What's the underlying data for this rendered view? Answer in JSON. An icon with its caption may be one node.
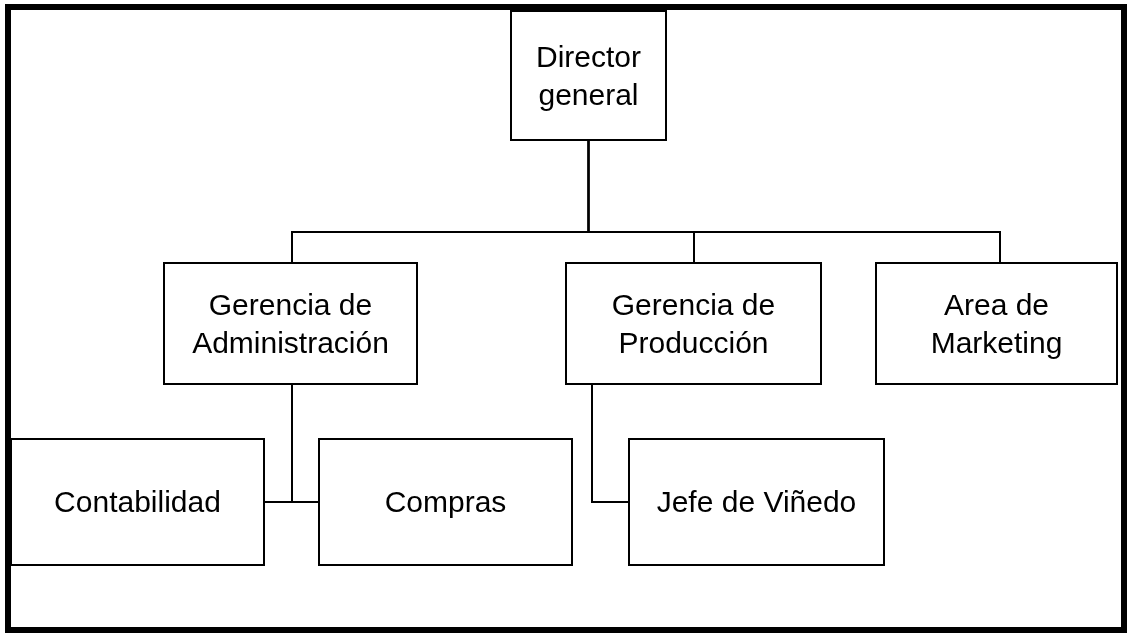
{
  "diagram": {
    "nodes": [
      {
        "text": [
          "Director general"
        ]
      },
      {
        "text": [
          "Gerencia de Administración"
        ]
      },
      {
        "text": [
          "Gerencia de Producción"
        ]
      },
      {
        "text": [
          "Area de Marketing"
        ]
      },
      {
        "text": [
          "Contabilidad"
        ]
      },
      {
        "text": [
          "Compras"
        ]
      },
      {
        "text": [
          "Jefe de Viñedo"
        ]
      }
    ],
    "edges": [
      {
        "from": 0,
        "to": 1,
        "arrow": "none"
      },
      {
        "from": 0,
        "to": 2,
        "arrow": "none"
      },
      {
        "from": 0,
        "to": 3,
        "arrow": "none"
      },
      {
        "from": 1,
        "to": 4,
        "arrow": "none"
      },
      {
        "from": 1,
        "to": 5,
        "arrow": "none"
      },
      {
        "from": 2,
        "to": 6,
        "arrow": "none"
      }
    ]
  }
}
